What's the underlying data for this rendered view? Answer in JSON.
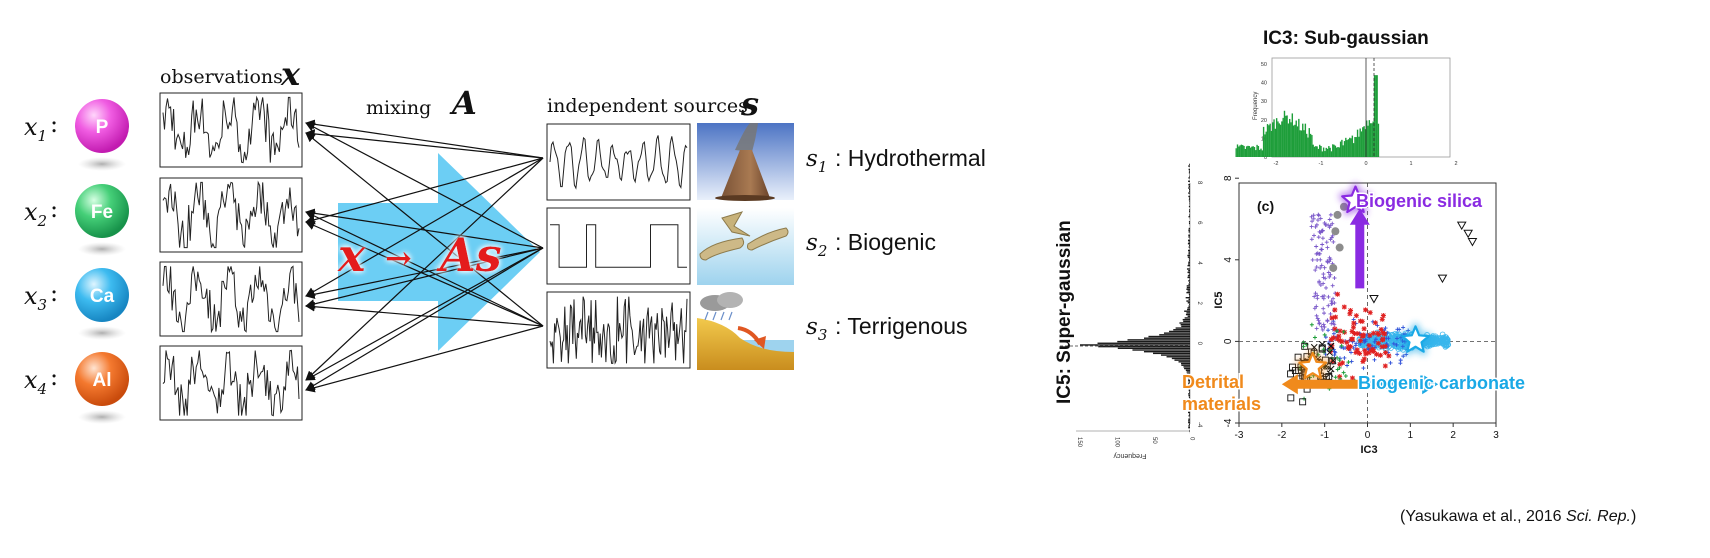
{
  "observations": {
    "title": "observations",
    "symbol": "x",
    "items": [
      {
        "var": "x",
        "sub": "1",
        "element": "P",
        "color": "#e83ad8",
        "light": "#ff9ef6"
      },
      {
        "var": "x",
        "sub": "2",
        "element": "Fe",
        "color": "#33c46a",
        "light": "#9ef0b8"
      },
      {
        "var": "x",
        "sub": "3",
        "element": "Ca",
        "color": "#2eb2ea",
        "light": "#a6e4ff"
      },
      {
        "var": "x",
        "sub": "4",
        "element": "Al",
        "color": "#f06a22",
        "light": "#ffb98f"
      }
    ]
  },
  "mixing": {
    "label": "mixing",
    "symbol": "A",
    "equation_left": "x",
    "equation_arrow": "→",
    "equation_right": "As"
  },
  "sources": {
    "title": "independent sources",
    "symbol": "s",
    "items": [
      {
        "var": "s",
        "sub": "1",
        "name": "Hydrothermal"
      },
      {
        "var": "s",
        "sub": "2",
        "name": "Biogenic"
      },
      {
        "var": "s",
        "sub": "3",
        "name": "Terrigenous"
      }
    ]
  },
  "scatter_panel": {
    "top_hist_title": "IC3: Sub-gaussian",
    "top_hist_ylabel": "Frequency",
    "top_hist_yticks": [
      "0",
      "10",
      "20",
      "30",
      "40",
      "50"
    ],
    "top_hist_xticks": [
      "-2",
      "-1",
      "0",
      "1",
      "2"
    ],
    "side_hist_title": "IC5: Super-gaussian",
    "side_hist_xlabel": "Frequency",
    "side_hist_xticks": [
      "150",
      "100",
      "50",
      "0"
    ],
    "side_hist_yticks": [
      "-4",
      "-2",
      "0",
      "2",
      "4",
      "6",
      "8"
    ],
    "panel_label": "(c)",
    "xlabel": "IC3",
    "ylabel": "IC5",
    "xticks": [
      "-3",
      "-2",
      "-1",
      "0",
      "1",
      "2",
      "3"
    ],
    "yticks": [
      "-4",
      "0",
      "4",
      "8"
    ],
    "annotations": {
      "silica": "Biogenic silica",
      "carbonate": "Biogenic carbonate",
      "detrital_line1": "Detrital",
      "detrital_line2": "materials"
    },
    "colors": {
      "silica": "#8a2be2",
      "carbonate": "#1aa9e6",
      "detrital": "#f08a1c",
      "hist": "#1e9e3a"
    }
  },
  "citation": {
    "prefix": "(Yasukawa et al., 2016 ",
    "journal": "Sci. Rep.",
    "suffix": ")"
  }
}
